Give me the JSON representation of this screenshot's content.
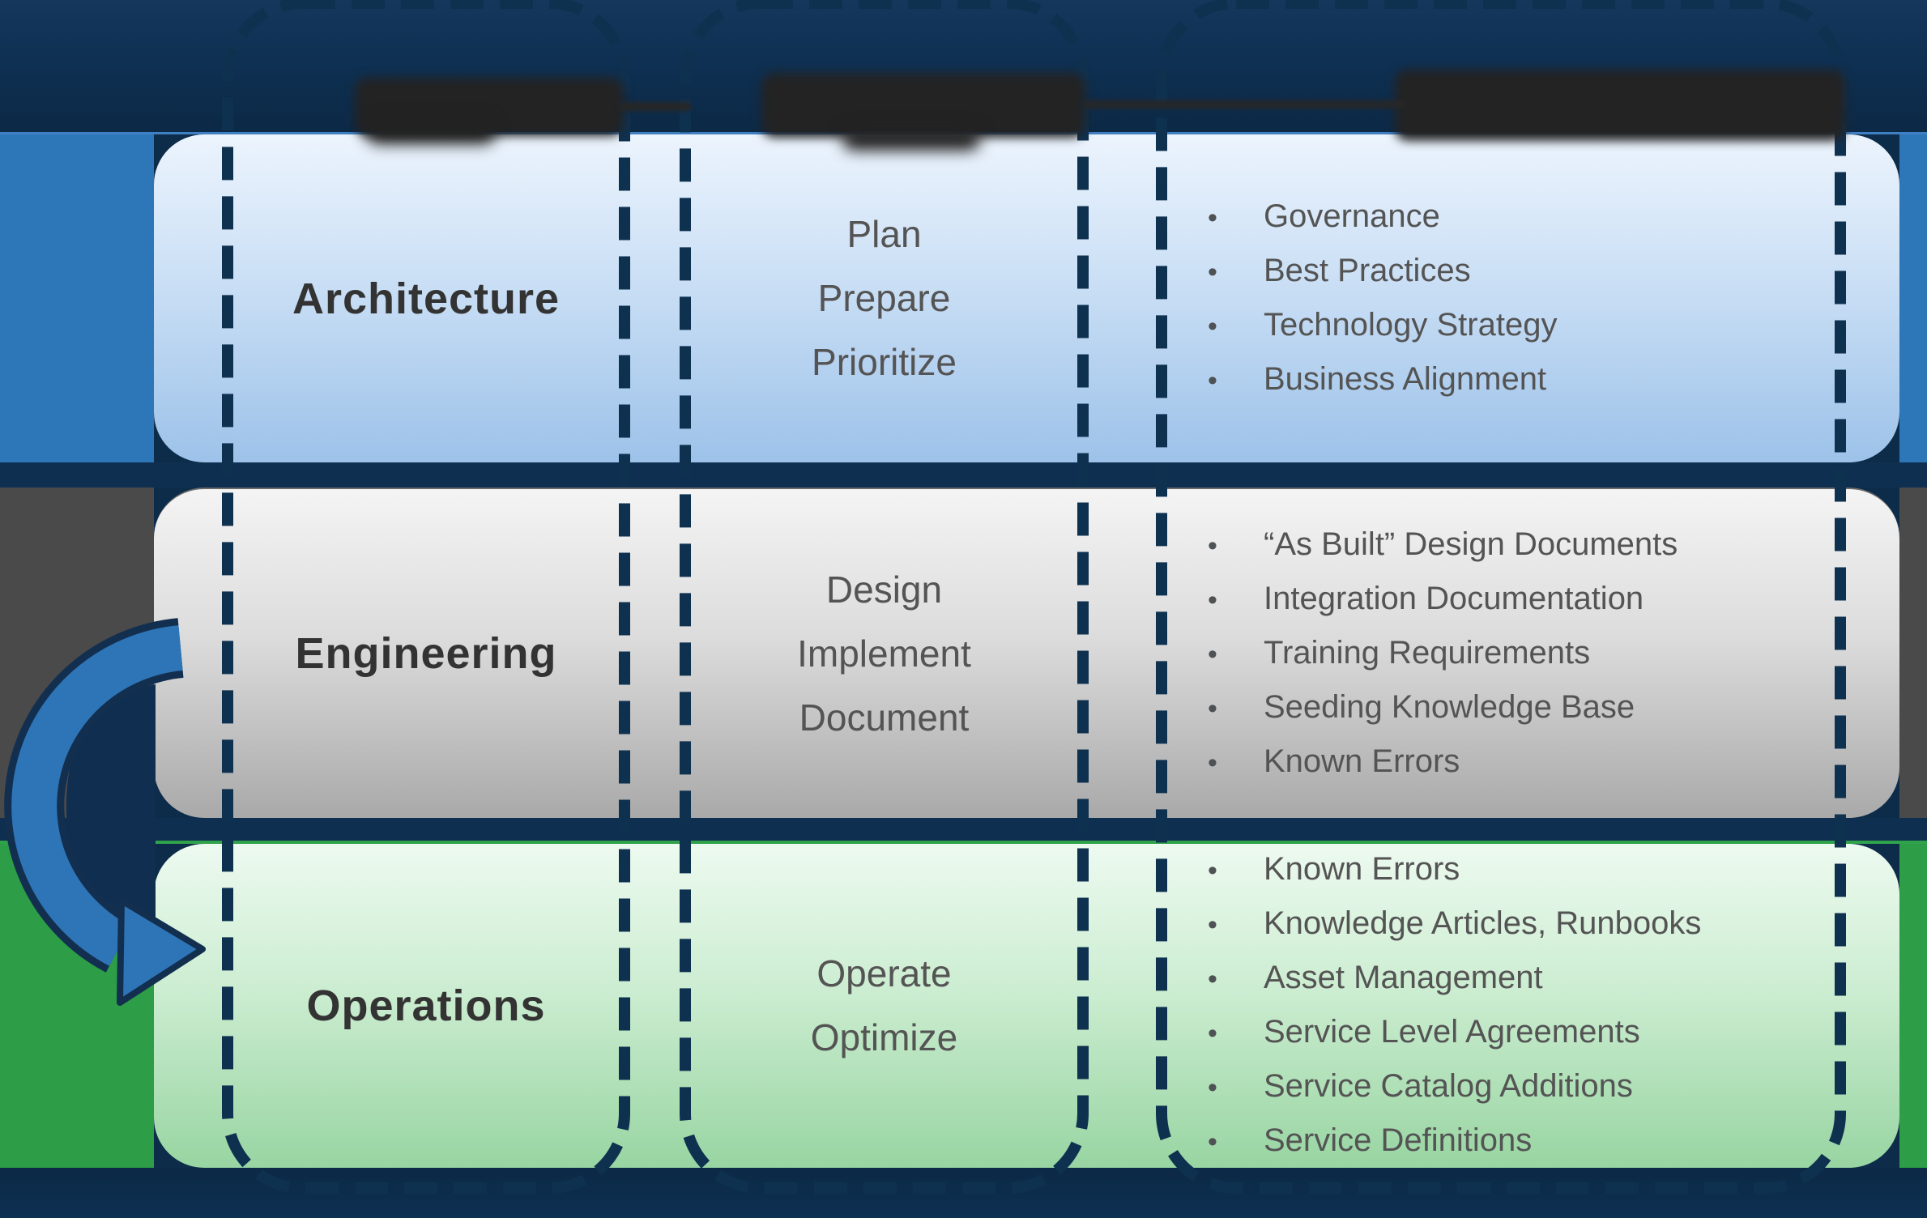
{
  "title": "IT lifecycle process diagram",
  "header": {
    "note": "three header labels redacted (blurred)",
    "redacted_labels": [
      "",
      "",
      ""
    ]
  },
  "ui": {
    "bullet": "•"
  },
  "rows": [
    {
      "label": "Architecture",
      "objectives": [
        "Plan",
        "Prepare",
        "Prioritize"
      ],
      "outputs": [
        "Governance",
        "Best Practices",
        "Technology Strategy",
        "Business Alignment"
      ],
      "accent": "#2d77b8"
    },
    {
      "label": "Engineering",
      "objectives": [
        "Design",
        "Implement",
        "Document"
      ],
      "outputs": [
        "“As Built” Design Documents",
        "Integration Documentation",
        "Training Requirements",
        "Seeding Knowledge Base",
        "Known Errors"
      ],
      "accent": "#4a4a4a"
    },
    {
      "label": "Operations",
      "objectives": [
        "Operate",
        "Optimize"
      ],
      "outputs": [
        "Known Errors",
        "Knowledge Articles, Runbooks",
        "Asset Management",
        "Service Level Agreements",
        "Service Catalog Additions",
        "Service Definitions"
      ],
      "accent": "#2d9d47"
    }
  ],
  "colors": {
    "navy": "#0d2c4a",
    "band": "#0e2f4f",
    "dash": "#0f3150",
    "line_blue": "#3f80c4",
    "line_gray": "#6a6a6a",
    "line_green": "#2fa24b",
    "strip_blue": "#2d77b8",
    "strip_gray": "#4a4a4a",
    "strip_green": "#2d9d47",
    "card1_top": "#ecf4fd",
    "card1_bottom": "#9dc2e9",
    "card2_top": "#f4f4f4",
    "card2_bottom": "#a9a9a9",
    "card3_top": "#edfaf0",
    "card3_bottom": "#98d5a2",
    "arrow_fill": "#2e75b7",
    "arrow_outline": "#132f4f",
    "arrow_inner": "#0f2e50",
    "label_text": "#333333",
    "body_text": "#545454",
    "redact": "#232323"
  }
}
